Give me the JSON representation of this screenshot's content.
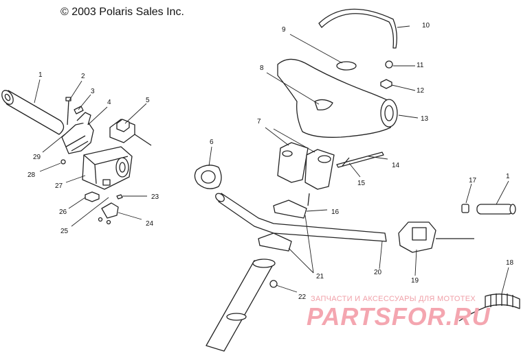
{
  "copyright": "© 2003 Polaris Sales Inc.",
  "watermark": {
    "line1": "ЗАПЧАСТИ И АКСЕССУАРЫ ДЛЯ МОТОТЕХ",
    "line2": "PARTSFOR.RU"
  },
  "callouts": [
    {
      "id": "c1a",
      "label": "1"
    },
    {
      "id": "c2",
      "label": "2"
    },
    {
      "id": "c3",
      "label": "3"
    },
    {
      "id": "c4",
      "label": "4"
    },
    {
      "id": "c5",
      "label": "5"
    },
    {
      "id": "c6",
      "label": "6"
    },
    {
      "id": "c7",
      "label": "7"
    },
    {
      "id": "c8",
      "label": "8"
    },
    {
      "id": "c9",
      "label": "9"
    },
    {
      "id": "c10",
      "label": "10"
    },
    {
      "id": "c11",
      "label": "11"
    },
    {
      "id": "c12",
      "label": "12"
    },
    {
      "id": "c13",
      "label": "13"
    },
    {
      "id": "c14",
      "label": "14"
    },
    {
      "id": "c15",
      "label": "15"
    },
    {
      "id": "c16",
      "label": "16"
    },
    {
      "id": "c17",
      "label": "17"
    },
    {
      "id": "c1b",
      "label": "1"
    },
    {
      "id": "c18",
      "label": "18"
    },
    {
      "id": "c19",
      "label": "19"
    },
    {
      "id": "c20",
      "label": "20"
    },
    {
      "id": "c21",
      "label": "21"
    },
    {
      "id": "c22",
      "label": "22"
    },
    {
      "id": "c23",
      "label": "23"
    },
    {
      "id": "c24",
      "label": "24"
    },
    {
      "id": "c25",
      "label": "25"
    },
    {
      "id": "c26",
      "label": "26"
    },
    {
      "id": "c27",
      "label": "27"
    },
    {
      "id": "c28",
      "label": "28"
    },
    {
      "id": "c29",
      "label": "29"
    }
  ]
}
